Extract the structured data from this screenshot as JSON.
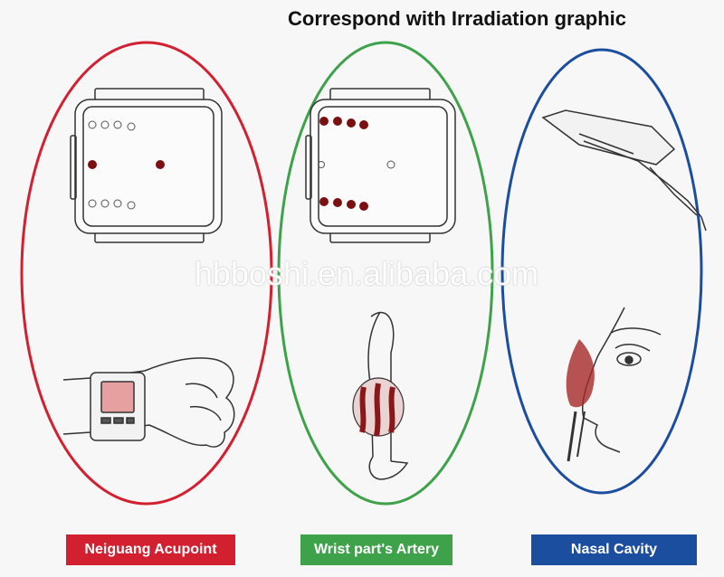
{
  "title": "Correspond with Irradiation graphic",
  "watermark": "hbboshi.en.alibaba.com",
  "panels": [
    {
      "label": "Neiguang Acupoint",
      "color": "#d32030"
    },
    {
      "label": "Wrist part's Artery",
      "color": "#3ea24a"
    },
    {
      "label": "Nasal Cavity",
      "color": "#1c4ea0"
    }
  ],
  "dot_color": "#7a1010"
}
